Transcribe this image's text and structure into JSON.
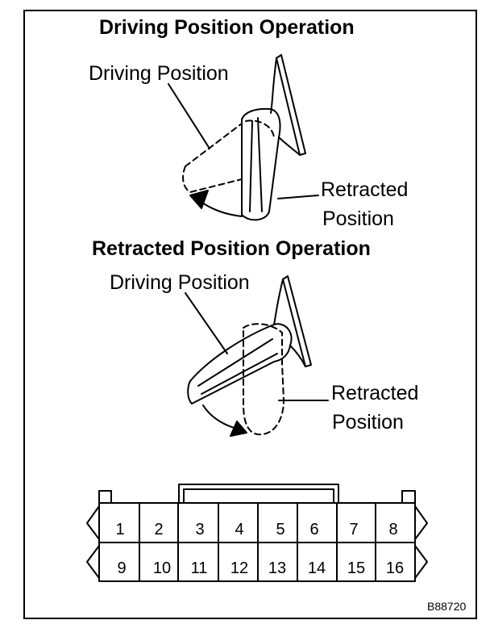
{
  "section1": {
    "title": "Driving Position Operation",
    "label_driving": "Driving Position",
    "label_retracted_line1": "Retracted",
    "label_retracted_line2": "Position"
  },
  "section2": {
    "title": "Retracted Position Operation",
    "label_driving": "Driving Position",
    "label_retracted_line1": "Retracted",
    "label_retracted_line2": "Position"
  },
  "connector": {
    "top_row": [
      "1",
      "2",
      "3",
      "4",
      "5",
      "6",
      "7",
      "8"
    ],
    "bottom_row": [
      "9",
      "10",
      "11",
      "12",
      "13",
      "14",
      "15",
      "16"
    ]
  },
  "figure_code": "B88720"
}
